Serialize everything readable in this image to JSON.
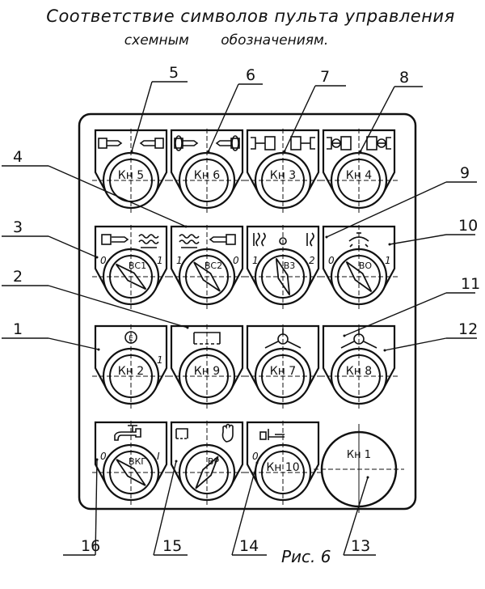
{
  "title": {
    "line1": "Соответствие символов пульта управления",
    "line2": "схемным обозначениям."
  },
  "figure_caption": "Рис. 6",
  "callouts": [
    "1",
    "2",
    "3",
    "4",
    "5",
    "6",
    "7",
    "8",
    "9",
    "10",
    "11",
    "12",
    "13",
    "14",
    "15",
    "16"
  ],
  "panel": {
    "rows": [
      [
        {
          "id": "kn5",
          "label": "Кн 5",
          "symbol": "clamp-release-icon"
        },
        {
          "id": "kn6",
          "label": "Кн 6",
          "symbol": "clamp-alt-icon"
        },
        {
          "id": "kn3",
          "label": "Кн 3",
          "symbol": "gear-clutch-icon"
        },
        {
          "id": "kn4",
          "label": "Кн 4",
          "symbol": "gear-brake-icon"
        }
      ],
      [
        {
          "id": "vs1",
          "label": "ВС1",
          "symbol": "coolant-feed-icon",
          "left": "0",
          "right": "1"
        },
        {
          "id": "vs2",
          "label": "ВС2",
          "symbol": "coolant-return-icon",
          "left": "1",
          "right": "0"
        },
        {
          "id": "v3",
          "label": "В3",
          "symbol": "spring-selector-icon",
          "left": "1",
          "right": "2",
          "center": "0"
        },
        {
          "id": "vo",
          "label": "ВО",
          "symbol": "lamp-eye-icon",
          "left": "0",
          "right": "1"
        }
      ],
      [
        {
          "id": "kn2",
          "label": "Кн 2",
          "symbol": "emergency-e-icon",
          "right": "1"
        },
        {
          "id": "kn9",
          "label": "Кн 9",
          "symbol": "frame-icon"
        },
        {
          "id": "kn7",
          "label": "Кн 7",
          "symbol": "motor-start-icon"
        },
        {
          "id": "kn8",
          "label": "Кн 8",
          "symbol": "motor-reverse-icon"
        }
      ],
      [
        {
          "id": "vkg",
          "label": "ВКГ",
          "symbol": "tap-pump-icon",
          "left": "0",
          "right": "I"
        },
        {
          "id": "vr",
          "label": "ВР",
          "symbol": "hand-mode-icon"
        },
        {
          "id": "kn10",
          "label": "Кн 10",
          "symbol": "switch-icon",
          "left": "0"
        },
        {
          "id": "kn1",
          "label": "Кн 1",
          "symbol": "big-stop-button"
        }
      ]
    ]
  }
}
